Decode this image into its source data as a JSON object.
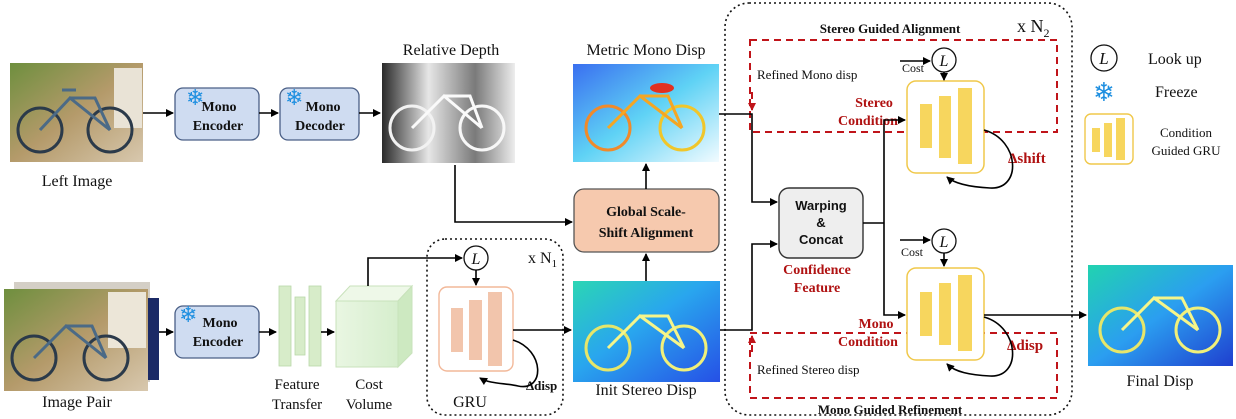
{
  "images": {
    "left_image": "Left Image",
    "image_pair": "Image Pair",
    "relative_depth": "Relative Depth",
    "metric_mono_disp": "Metric Mono Disp",
    "init_stereo_disp": "Init Stereo Disp",
    "final_disp": "Final Disp"
  },
  "blocks": {
    "mono_encoder_top": "Mono\nEncoder",
    "mono_decoder": "Mono\nDecoder",
    "mono_encoder_bottom": "Mono\nEncoder",
    "feature_transfer": "Feature\nTransfer",
    "cost_volume": "Cost\nVolume",
    "gru": "GRU",
    "global_alignment": "Global Scale-\nShift Alignment",
    "warping": "Warping\n&\nConcat",
    "confidence_feature": "Confidence\nFeature"
  },
  "labels": {
    "n1": "x N",
    "n1_sub": "1",
    "n2": "x N",
    "n2_sub": "2",
    "delta_disp_gru": "Δdisp",
    "stereo_guided_alignment": "Stereo Guided Alignment",
    "mono_guided_refinement": "Mono Guided Refinement",
    "refined_mono_disp": "Refined Mono disp",
    "refined_stereo_disp": "Refined Stereo disp",
    "cost_top": "Cost",
    "cost_bottom": "Cost",
    "stereo_condition": "Stereo\nCondition",
    "mono_condition": "Mono\nCondition",
    "delta_shift": "Δshift",
    "delta_disp_mono": "Δdisp"
  },
  "legend": {
    "lookup": "Look up",
    "freeze": "Freeze",
    "condition_gru": "Condition\nGuided GRU"
  },
  "colors": {
    "encoder_fill": "#cfdcf1",
    "encoder_stroke": "#4a5f86",
    "alignment_fill": "#f6c9ae",
    "warp_fill": "#eeeeee",
    "red_dash": "#c0141a",
    "gru_bar": "#f2c5ac",
    "cond_bar": "#f7d65e",
    "feat_bar": "#d7ecc9",
    "snowflake": "#1e8fe0",
    "condition_text": "#b01212"
  }
}
